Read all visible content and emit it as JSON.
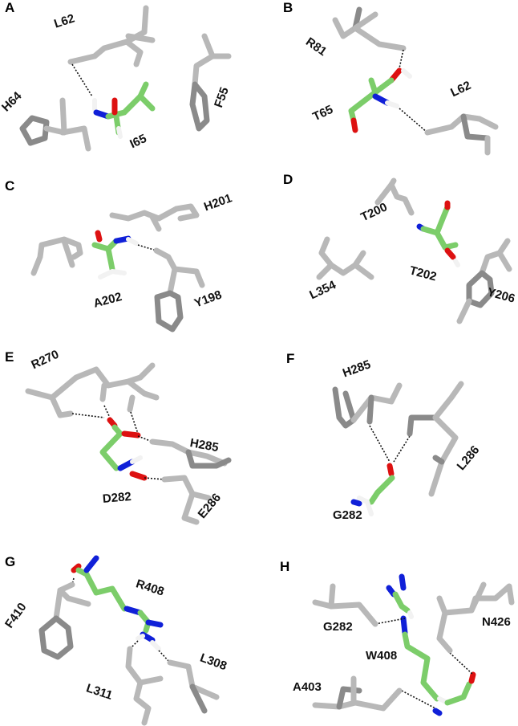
{
  "figure": {
    "panels": [
      {
        "id": "A",
        "labels": {
          "panel": "A",
          "ligand": "I65",
          "r1": "L62",
          "r2": "H64",
          "r3": "F55"
        }
      },
      {
        "id": "B",
        "labels": {
          "panel": "B",
          "ligand": "T65",
          "r1": "R81",
          "r2": "L62"
        }
      },
      {
        "id": "C",
        "labels": {
          "panel": "C",
          "ligand": "A202",
          "r1": "H201",
          "r2": "Y198"
        }
      },
      {
        "id": "D",
        "labels": {
          "panel": "D",
          "ligand": "T202",
          "r1": "T200",
          "r2": "L354",
          "r3": "Y206"
        }
      },
      {
        "id": "E",
        "labels": {
          "panel": "E",
          "ligand": "D282",
          "r1": "R270",
          "r2": "H285",
          "r3": "E286"
        }
      },
      {
        "id": "F",
        "labels": {
          "panel": "F",
          "ligand": "G282",
          "r1": "H285",
          "r2": "L286"
        }
      },
      {
        "id": "G",
        "labels": {
          "panel": "G",
          "ligand": "R408",
          "r1": "F410",
          "r2": "L308",
          "r3": "L311"
        }
      },
      {
        "id": "H",
        "labels": {
          "panel": "H",
          "ligand": "W408",
          "r1": "G282",
          "r2": "N426",
          "r3": "A403"
        }
      }
    ],
    "colors": {
      "carbon_ligand": "#7ccd6a",
      "carbon_residue": "#b8b8b8",
      "oxygen": "#dd1111",
      "nitrogen": "#1020d8",
      "hydrogen": "#f2f2f2",
      "hbond": "#111111"
    }
  }
}
